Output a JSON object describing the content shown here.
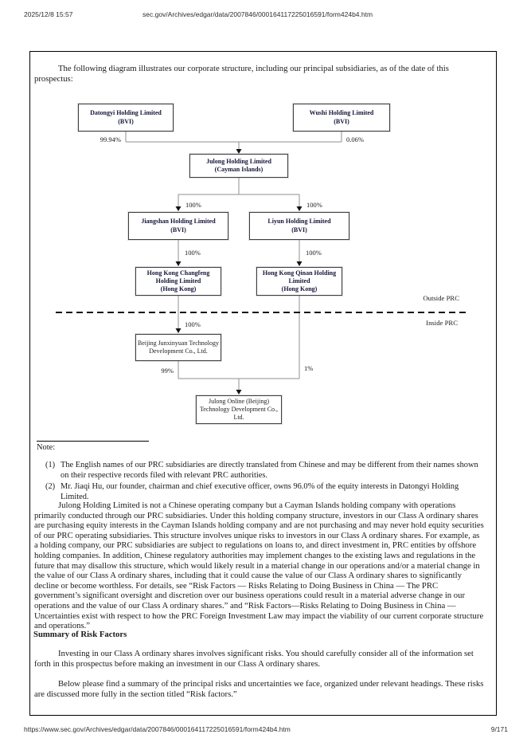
{
  "header": {
    "datetime": "2025/12/8 15:57",
    "url": "sec.gov/Archives/edgar/data/2007846/000164117225016591/form424b4.htm"
  },
  "footer": {
    "url": "https://www.sec.gov/Archives/edgar/data/2007846/000164117225016591/form424b4.htm",
    "page": "9/171"
  },
  "intro": "The following diagram illustrates our corporate structure, including our principal subsidiaries, as of the date of this prospectus:",
  "diagram": {
    "nodes": {
      "datongyi": {
        "name": "Datongyi Holding Limited",
        "jurisdiction": "(BVI)"
      },
      "wushi": {
        "name": "Wushi Holding Limited",
        "jurisdiction": "(BVI)"
      },
      "julong": {
        "name": "Julong Holding Limited",
        "jurisdiction": "(Cayman Islands)"
      },
      "jiangshan": {
        "name": "Jiangshan Holding Limited",
        "jurisdiction": "(BVI)"
      },
      "liyun": {
        "name": "Liyun Holding Limited",
        "jurisdiction": "(BVI)"
      },
      "changfeng": {
        "name": "Hong Kong Changfeng Holding Limited",
        "jurisdiction": "(Hong Kong)"
      },
      "qinan": {
        "name": "Hong Kong Qinan Holding Limited",
        "jurisdiction": "(Hong Kong)"
      },
      "beijing": {
        "name": "Beijing Junxinyuan Technology Development Co., Ltd."
      },
      "julong_online": {
        "name": "Julong Online (Beijing) Technology Development Co., Ltd."
      }
    },
    "ownership": {
      "datongyi_julong": "99.94%",
      "wushi_julong": "0.06%",
      "julong_jiangshan": "100%",
      "julong_liyun": "100%",
      "jiangshan_changfeng": "100%",
      "liyun_qinan": "100%",
      "changfeng_beijing": "100%",
      "beijing_julong_online": "99%",
      "qinan_julong_online": "1%"
    },
    "zones": {
      "outside": "Outside PRC",
      "inside": "Inside PRC"
    }
  },
  "note": {
    "label": "Note:",
    "items": [
      {
        "marker": "(1)",
        "text": "The English names of our PRC subsidiaries are directly translated from Chinese and may be different from their names shown on their respective records filed with relevant PRC authorities."
      },
      {
        "marker": "(2)",
        "text": "Mr. Jiaqi Hu, our founder, chairman and chief executive officer, owns 96.0% of the equity interests in Datongyi Holding Limited."
      }
    ]
  },
  "paragraphs": {
    "p1": "Julong Holding Limited is not a Chinese operating company but a Cayman Islands holding company with operations primarily conducted through our PRC subsidiaries. Under this holding company structure, investors in our Class A ordinary shares are purchasing equity interests in the Cayman Islands holding company and are not purchasing and may never hold equity securities of our PRC operating subsidiaries. This structure involves unique risks to investors in our Class A ordinary shares. For example, as a holding company, our PRC subsidiaries are subject to regulations on loans to, and direct investment in, PRC entities by offshore holding companies. In addition, Chinese regulatory authorities may implement changes to the existing laws and regulations in the future that may disallow this structure, which would likely result in a material change in our operations and/or a material change in the value of our Class A ordinary shares, including that it could cause the value of our Class A ordinary shares to significantly decline or become worthless. For details, see “Risk Factors — Risks Relating to Doing Business in China — The PRC government’s significant oversight and discretion over our business operations could result in a material adverse change in our operations and the value of our Class A ordinary shares.” and “Risk Factors—Risks Relating to Doing Business in China — Uncertainties exist with respect to how the PRC Foreign Investment Law may impact the viability of our current corporate structure and operations.”",
    "risk_heading": "Summary of Risk Factors",
    "p2": "Investing in our Class A ordinary shares involves significant risks. You should carefully consider all of the information set forth in this prospectus before making an investment in our Class A ordinary shares.",
    "p3": "Below please find a summary of the principal risks and uncertainties we face, organized under relevant headings. These risks are discussed more fully in the section titled “Risk factors.”"
  }
}
